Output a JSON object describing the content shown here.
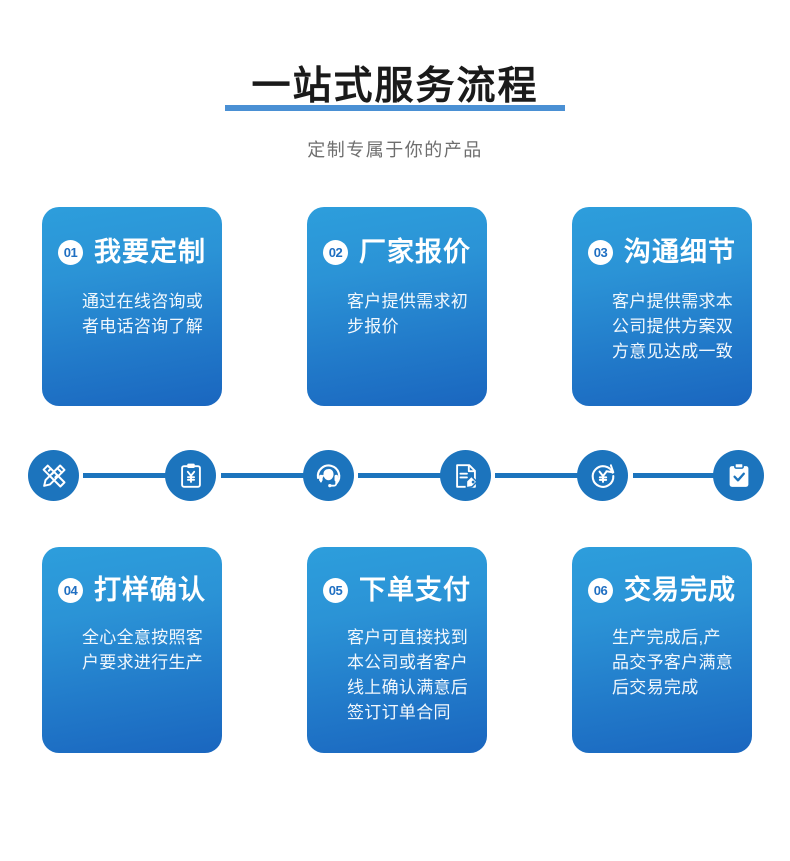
{
  "header": {
    "title": "一站式服务流程",
    "subtitle": "定制专属于你的产品",
    "underline_color": "#4a90d4",
    "title_color": "#1a1a1a",
    "subtitle_color": "#6e6e6e"
  },
  "theme": {
    "card_gradient_start": "#2d9edc",
    "card_gradient_end": "#1a66bf",
    "icon_blue": "#1c74bd",
    "badge_text_color": "#1f6fc2",
    "page_background": "#ffffff"
  },
  "steps": [
    {
      "number": "01",
      "title": "我要定制",
      "body": "通过在线咨询或者电话咨询了解"
    },
    {
      "number": "02",
      "title": "厂家报价",
      "body": "客户提供需求初步报价"
    },
    {
      "number": "03",
      "title": "沟通细节",
      "body": "客户提供需求本公司提供方案双方意见达成一致"
    },
    {
      "number": "04",
      "title": "打样确认",
      "body": "全心全意按照客户要求进行生产"
    },
    {
      "number": "05",
      "title": "下单支付",
      "body": "客户可直接找到本公司或者客户线上确认满意后签订订单合同"
    },
    {
      "number": "06",
      "title": "交易完成",
      "body": "生产完成后,产品交予客户满意后交易完成"
    }
  ],
  "icon_strip": {
    "icons": [
      "pen-ruler-design-icon",
      "clipboard-yen-quote-icon",
      "headset-support-icon",
      "document-tag-contract-icon",
      "yen-payment-circle-icon",
      "clipboard-check-complete-icon"
    ],
    "connector_count": 5
  }
}
